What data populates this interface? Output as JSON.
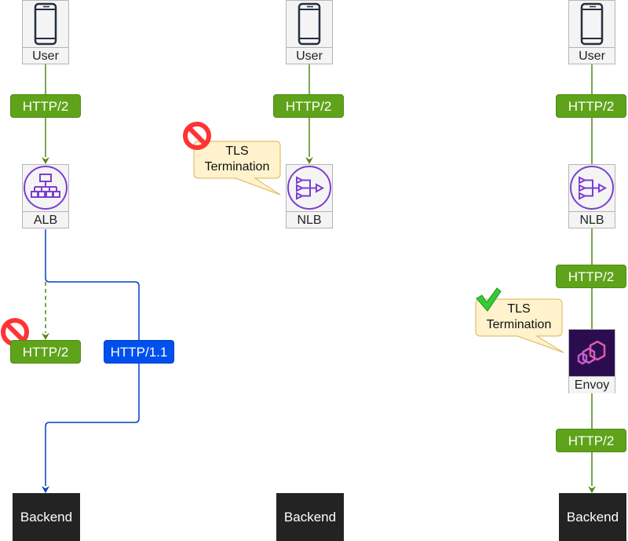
{
  "columns": [
    {
      "user_label": "User",
      "in_protocol": "HTTP/2",
      "lb_label": "ALB",
      "attempted_protocol": "HTTP/2",
      "actual_protocol": "HTTP/1.1",
      "backend_label": "Backend"
    },
    {
      "user_label": "User",
      "in_protocol": "HTTP/2",
      "lb_label": "NLB",
      "callout": [
        "TLS",
        "Termination"
      ],
      "callout_status": "prohibited",
      "backend_label": "Backend"
    },
    {
      "user_label": "User",
      "in_protocol": "HTTP/2",
      "lb_label": "NLB",
      "mid_protocol": "HTTP/2",
      "proxy_label": "Envoy",
      "callout": [
        "TLS",
        "Termination"
      ],
      "callout_status": "allowed",
      "out_protocol": "HTTP/2",
      "backend_label": "Backend"
    }
  ],
  "colors": {
    "green": "#5fa31a",
    "blue": "#0050ef",
    "purple": "#7b3fd1",
    "envoy_bg": "#2b0d4f",
    "backend": "#232323",
    "callout": "#fff2cc",
    "prohibited": "#ff3333",
    "allowed": "#33cc33"
  }
}
